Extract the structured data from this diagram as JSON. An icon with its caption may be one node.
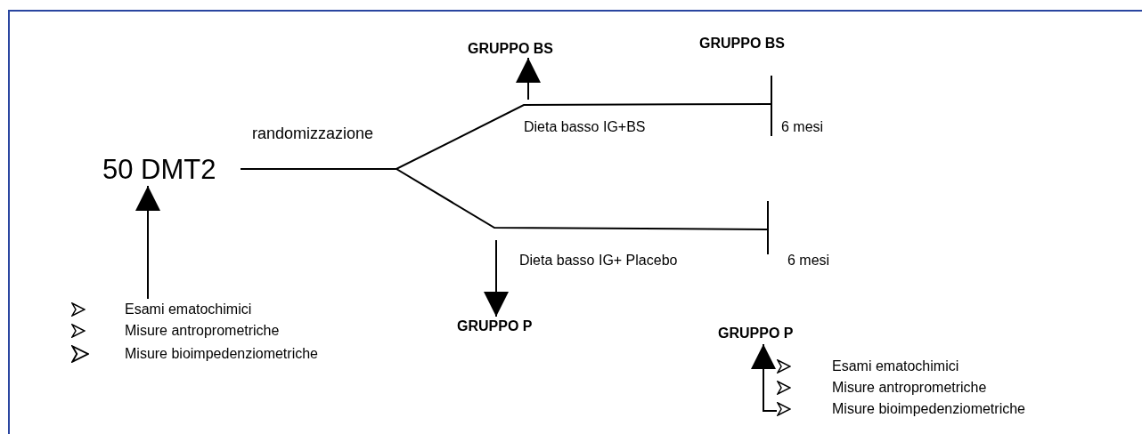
{
  "diagram": {
    "nodes": [
      {
        "text": [
          "50 DMT2"
        ]
      },
      {
        "text": [
          "Esami ematochimici",
          "Misure antroprometriche",
          "Misure bioimpedenziometriche"
        ]
      },
      {
        "text": [
          "GRUPPO BS"
        ]
      },
      {
        "text": [
          "GRUPPO BS"
        ]
      },
      {
        "text": [],
        "shape": "bar",
        "beside": [
          "6 mesi"
        ]
      },
      {
        "text": [],
        "shape": "bar",
        "beside": [
          "6 mesi"
        ]
      },
      {
        "text": [
          "GRUPPO P"
        ]
      },
      {
        "text": [
          "GRUPPO P"
        ]
      },
      {
        "text": [
          "Esami ematochimici",
          "Misure antroprometriche",
          "Misure bioimpedenziometriche"
        ]
      }
    ],
    "edges": [
      {
        "from": 0,
        "to": 4,
        "arrow": "none",
        "label": "Dieta basso IG+BS"
      },
      {
        "from": 0,
        "to": 5,
        "arrow": "none",
        "label": "Dieta basso IG+ Placebo"
      },
      {
        "from": null,
        "to": 2,
        "arrow": "to"
      },
      {
        "from": null,
        "to": 6,
        "arrow": "to"
      },
      {
        "from": 1,
        "to": 0,
        "arrow": "to"
      },
      {
        "from": 8,
        "to": 7,
        "arrow": "to"
      }
    ],
    "labels": [
      "randomizzazione"
    ]
  }
}
